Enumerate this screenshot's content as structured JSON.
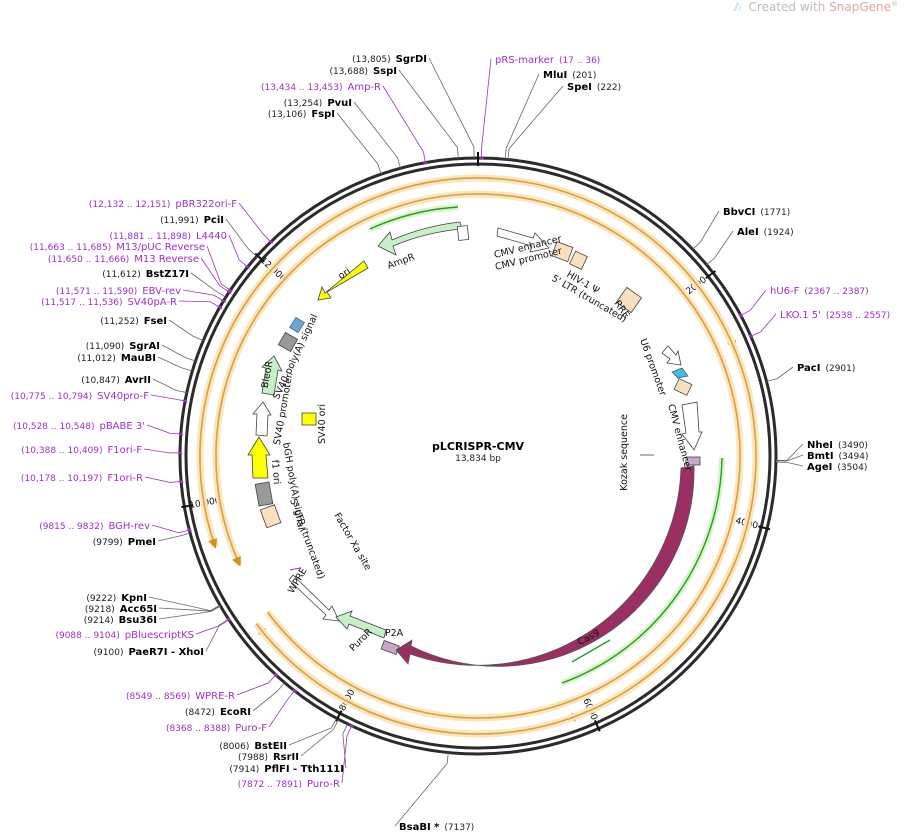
{
  "brand": {
    "prefix": "Created with",
    "name": "SnapGene",
    "mark": "®"
  },
  "map": {
    "name": "pLCRISPR-CMV",
    "size_label": "13,834 bp",
    "length": 13834
  },
  "ticks": [
    {
      "bp": 2000,
      "label": "2000"
    },
    {
      "bp": 4000,
      "label": "4000"
    },
    {
      "bp": 6000,
      "label": "6000"
    },
    {
      "bp": 8000,
      "label": "8000"
    },
    {
      "bp": 10000,
      "label": "10,000"
    },
    {
      "bp": 12000,
      "label": "12,000"
    }
  ],
  "enzymes": [
    {
      "name": "SgrDI",
      "pos": "(13,805)",
      "bp": 13805
    },
    {
      "name": "SspI",
      "pos": "(13,688)",
      "bp": 13688
    },
    {
      "name": "PvuI",
      "pos": "(13,254)",
      "bp": 13254
    },
    {
      "name": "FspI",
      "pos": "(13,106)",
      "bp": 13106
    },
    {
      "name": "MluI",
      "pos": "(201)",
      "bp": 201
    },
    {
      "name": "SpeI",
      "pos": "(222)",
      "bp": 222
    },
    {
      "name": "BbvCI",
      "pos": "(1771)",
      "bp": 1771
    },
    {
      "name": "AleI",
      "pos": "(1924)",
      "bp": 1924
    },
    {
      "name": "PacI",
      "pos": "(2901)",
      "bp": 2901
    },
    {
      "name": "NheI",
      "pos": "(3490)",
      "bp": 3490
    },
    {
      "name": "BmtI",
      "pos": "(3494)",
      "bp": 3494
    },
    {
      "name": "AgeI",
      "pos": "(3504)",
      "bp": 3504
    },
    {
      "name": "PciI",
      "pos": "(11,991)",
      "bp": 11991
    },
    {
      "name": "BstZ17I",
      "pos": "(11,612)",
      "bp": 11612
    },
    {
      "name": "FseI",
      "pos": "(11,252)",
      "bp": 11252
    },
    {
      "name": "SgrAI",
      "pos": "(11,090)",
      "bp": 11090
    },
    {
      "name": "MauBI",
      "pos": "(11,012)",
      "bp": 11012
    },
    {
      "name": "AvrII",
      "pos": "(10,847)",
      "bp": 10847
    },
    {
      "name": "PmeI",
      "pos": "(9799)",
      "bp": 9799
    },
    {
      "name": "KpnI",
      "pos": "(9222)",
      "bp": 9222
    },
    {
      "name": "Acc65I",
      "pos": "(9218)",
      "bp": 9218
    },
    {
      "name": "Bsu36I",
      "pos": "(9214)",
      "bp": 9214
    },
    {
      "name": "PaeR7I - XhoI",
      "pos": "(9100)",
      "bp": 9100
    },
    {
      "name": "EcoRI",
      "pos": "(8472)",
      "bp": 8472
    },
    {
      "name": "BstEII",
      "pos": "(8006)",
      "bp": 8006
    },
    {
      "name": "RsrII",
      "pos": "(7988)",
      "bp": 7988
    },
    {
      "name": "PflFI - Tth111I",
      "pos": "(7914)",
      "bp": 7914
    },
    {
      "name": "BsaBI *",
      "pos": "(7137)",
      "bp": 7137
    }
  ],
  "primers": [
    {
      "name": "pRS-marker",
      "pos": "(17 .. 36)",
      "bp": 26
    },
    {
      "name": "Amp-R",
      "pos": "(13,434 .. 13,453)",
      "bp": 13443
    },
    {
      "name": "hU6-F",
      "pos": "(2367 .. 2387)",
      "bp": 2377
    },
    {
      "name": "LKO.1 5'",
      "pos": "(2538 .. 2557)",
      "bp": 2547
    },
    {
      "name": "pBR322ori-F",
      "pos": "(12,132 .. 12,151)",
      "bp": 12141
    },
    {
      "name": "L4440",
      "pos": "(11,881 .. 11,898)",
      "bp": 11889
    },
    {
      "name": "M13/pUC Reverse",
      "pos": "(11,663 .. 11,685)",
      "bp": 11674
    },
    {
      "name": "M13 Reverse",
      "pos": "(11,650 .. 11,666)",
      "bp": 11658
    },
    {
      "name": "EBV-rev",
      "pos": "(11,571 .. 11,590)",
      "bp": 11580
    },
    {
      "name": "SV40pA-R",
      "pos": "(11,517 .. 11,536)",
      "bp": 11526
    },
    {
      "name": "SV40pro-F",
      "pos": "(10,775 .. 10,794)",
      "bp": 10784
    },
    {
      "name": "pBABE 3'",
      "pos": "(10,528 .. 10,548)",
      "bp": 10538
    },
    {
      "name": "F1ori-F",
      "pos": "(10,388 .. 10,409)",
      "bp": 10398
    },
    {
      "name": "F1ori-R",
      "pos": "(10,178 .. 10,197)",
      "bp": 10187
    },
    {
      "name": "BGH-rev",
      "pos": "(9815 .. 9832)",
      "bp": 9823
    },
    {
      "name": "pBluescriptKS",
      "pos": "(9088 .. 9104)",
      "bp": 9096
    },
    {
      "name": "WPRE-R",
      "pos": "(8549 .. 8569)",
      "bp": 8559
    },
    {
      "name": "Puro-F",
      "pos": "(8368 .. 8388)",
      "bp": 8378
    },
    {
      "name": "Puro-R",
      "pos": "(7872 .. 7891)",
      "bp": 7881
    }
  ],
  "features": [
    {
      "label": "CMV enhancer",
      "color": "#ffffff"
    },
    {
      "label": "CMV promoter",
      "color": "#ffffff"
    },
    {
      "label": "HIV-1 Ψ",
      "color": "#fbe0c0"
    },
    {
      "label": "5' LTR (truncated)",
      "color": "#fbe0c0"
    },
    {
      "label": "RRE",
      "color": "#fbe0c0"
    },
    {
      "label": "U6 promoter",
      "color": "#ffffff"
    },
    {
      "label": "CMV enhancer",
      "color": "#ffffff"
    },
    {
      "label": "Kozak sequence",
      "color": "#ffffff"
    },
    {
      "label": "Cas9",
      "color": "#9b2e63"
    },
    {
      "label": "P2A",
      "color": "#c9a6c9"
    },
    {
      "label": "PuroR",
      "color": "#c8f0c8"
    },
    {
      "label": "WPRE",
      "color": "#ffffff"
    },
    {
      "label": "Factor Xa site",
      "color": "#ffffff"
    },
    {
      "label": "5' LTR (truncated)",
      "color": "#fbe0c0"
    },
    {
      "label": "bGH poly(A) signal",
      "color": "#999999"
    },
    {
      "label": "f1 ori",
      "color": "#ffff00"
    },
    {
      "label": "SV40 ori",
      "color": "#ffff00"
    },
    {
      "label": "SV40 promoter",
      "color": "#ffffff"
    },
    {
      "label": "BleoR",
      "color": "#c8f0c8"
    },
    {
      "label": "SV40 poly(A) signal",
      "color": "#999999"
    },
    {
      "label": "ori",
      "color": "#ffff00"
    },
    {
      "label": "AmpR",
      "color": "#c8f0c8"
    }
  ],
  "colors": {
    "enzyme": "#000000",
    "primer": "#9b30c8",
    "cas9": "#9b2e63",
    "orf_fill": "#d6a04a",
    "orf_glow": "#fde5b8",
    "green_arrow": "#2a9a2a",
    "green_glow": "#d6f5c4"
  }
}
